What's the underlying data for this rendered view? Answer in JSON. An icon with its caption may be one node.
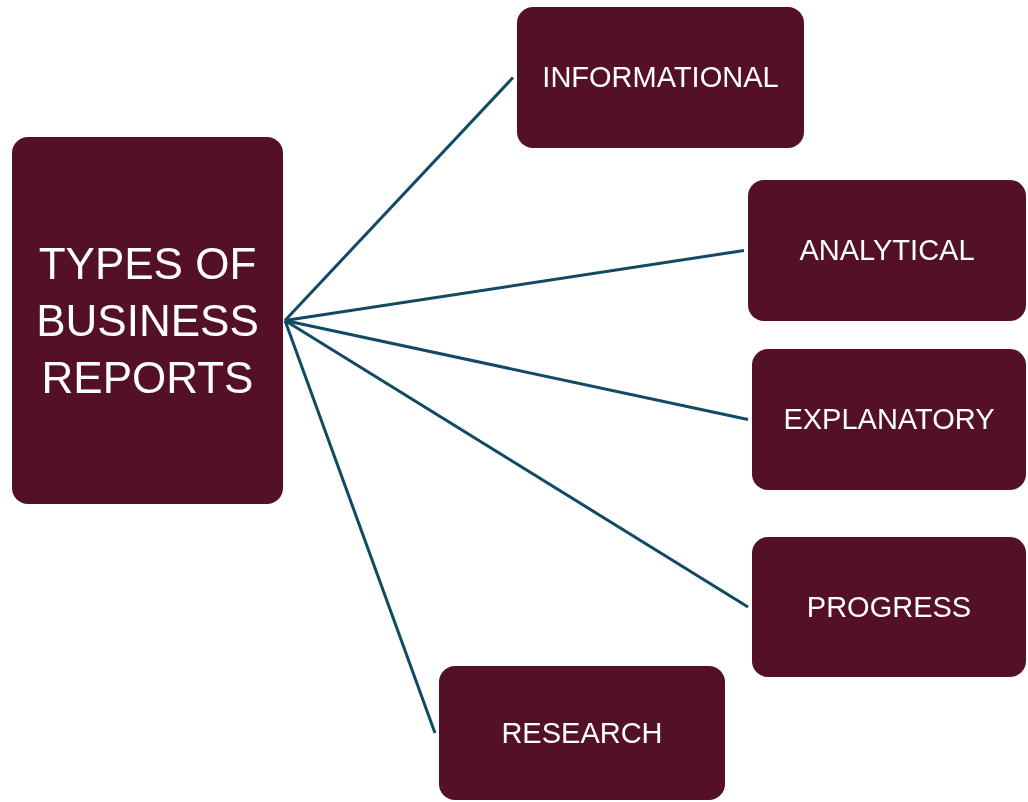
{
  "diagram": {
    "nodes": [
      {
        "text": [
          "TYPES OF BUSINESS REPORTS"
        ]
      },
      {
        "text": [
          "INFORMATIONAL"
        ]
      },
      {
        "text": [
          "ANALYTICAL"
        ]
      },
      {
        "text": [
          "EXPLANATORY"
        ]
      },
      {
        "text": [
          "PROGRESS"
        ]
      },
      {
        "text": [
          "RESEARCH"
        ]
      }
    ],
    "edges": [
      {
        "from": 0,
        "to": 1,
        "arrow": "none"
      },
      {
        "from": 0,
        "to": 2,
        "arrow": "none"
      },
      {
        "from": 0,
        "to": 3,
        "arrow": "none"
      },
      {
        "from": 0,
        "to": 4,
        "arrow": "none"
      },
      {
        "from": 0,
        "to": 5,
        "arrow": "none"
      }
    ]
  }
}
